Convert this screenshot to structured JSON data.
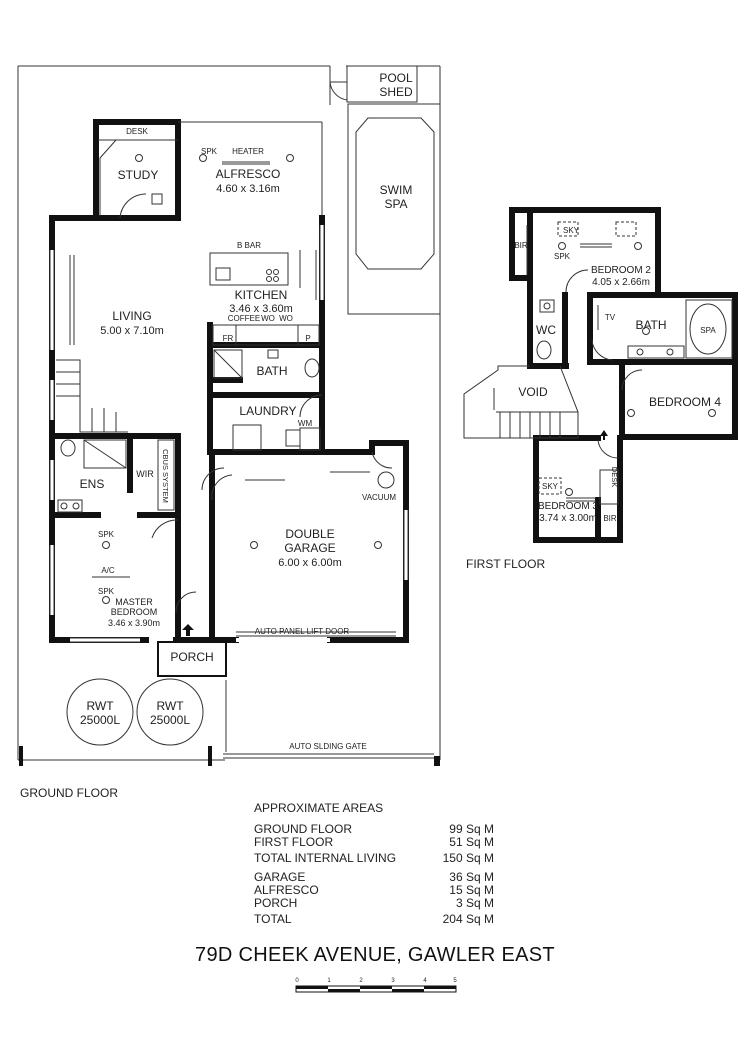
{
  "address": "79D CHEEK AVENUE, GAWLER EAST",
  "floors": {
    "ground": "GROUND FLOOR",
    "first": "FIRST FLOOR"
  },
  "rooms": {
    "pool_shed": [
      "POOL",
      "SHED"
    ],
    "swim_spa": [
      "SWIM",
      "SPA"
    ],
    "study": "STUDY",
    "desk": "DESK",
    "alfresco": {
      "name": "ALFRESCO",
      "dim": "4.60 x 3.16m",
      "spk": "SPK",
      "heater": "HEATER"
    },
    "living": {
      "name": "LIVING",
      "dim": "5.00 x 7.10m"
    },
    "kitchen": {
      "name": "KITCHEN",
      "dim": "3.46 x 3.60m",
      "bbar": "B BAR",
      "coffee": "COFFEE",
      "wo1": "WO",
      "wo2": "WO",
      "fr": "FR",
      "p": "P"
    },
    "bath_ground": "BATH",
    "laundry": {
      "name": "LAUNDRY",
      "wm": "WM"
    },
    "ens": "ENS",
    "wir": "WIR",
    "cbus": "CBUS SYSTEM",
    "master": {
      "spk1": "SPK",
      "ac": "A/C",
      "spk2": "SPK",
      "name1": "MASTER",
      "name2": "BEDROOM",
      "dim": "3.46 x 3.90m"
    },
    "garage": {
      "name1": "DOUBLE",
      "name2": "GARAGE",
      "dim": "6.00 x 6.00m",
      "vacuum": "VACUUM",
      "door": "AUTO PANEL LIFT DOOR"
    },
    "porch": "PORCH",
    "rwt1": [
      "RWT",
      "25000L"
    ],
    "rwt2": [
      "RWT",
      "25000L"
    ],
    "gate": "AUTO SLDING GATE",
    "bedroom2": {
      "name": "BEDROOM 2",
      "dim": "4.05 x 2.66m",
      "bir": "BIR",
      "sky": "SKY",
      "spk": "SPK"
    },
    "wc": "WC",
    "bath_first": {
      "name": "BATH",
      "tv": "TV",
      "spa": "SPA"
    },
    "void": "VOID",
    "bedroom4": "BEDROOM 4",
    "bedroom3": {
      "name": "BEDROOM 3",
      "dim": "3.74 x 3.00m",
      "sky": "SKY",
      "desk": "DESK",
      "bir": "BIR"
    }
  },
  "areas": {
    "heading": "APPROXIMATE AREAS",
    "groups": [
      [
        {
          "label": "GROUND FLOOR",
          "value": "99 Sq M"
        },
        {
          "label": "FIRST FLOOR",
          "value": "51 Sq M"
        },
        {
          "label": "TOTAL INTERNAL LIVING",
          "value": "150 Sq M"
        }
      ],
      [
        {
          "label": "GARAGE",
          "value": "36 Sq M"
        },
        {
          "label": "ALFRESCO",
          "value": "15 Sq M"
        },
        {
          "label": "PORCH",
          "value": "3 Sq M"
        },
        {
          "label": "TOTAL",
          "value": "204 Sq M"
        }
      ]
    ]
  },
  "scale_ticks": [
    "0",
    "1",
    "2",
    "3",
    "4",
    "5"
  ]
}
